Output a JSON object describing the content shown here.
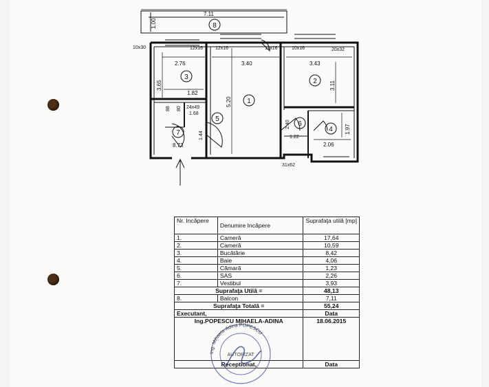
{
  "plan": {
    "dim_top": "7.11",
    "dim_balcony_height": "1.00",
    "room_markers": [
      "1",
      "2",
      "3",
      "4",
      "5",
      "6",
      "7",
      "8"
    ],
    "dimensions": {
      "d_10x30": "10x30",
      "d_12x16a": "12x16",
      "d_12x16b": "12x16",
      "d_11x16": "11x16",
      "d_10x16": "10x16",
      "d_20x32": "20x32",
      "d_276": "2.76",
      "d_340": "3.40",
      "d_343": "3.43",
      "d_365": "3.65",
      "d_311": "3.11",
      "d_182": "1.82",
      "d_520": "5.20",
      "d_24x49": "24x49",
      "d_168": "1.68",
      "d_88": "88",
      "d_80": "80",
      "d_144": "1.44",
      "d_873": "8.73",
      "d_197": "1.97",
      "d_206": "2.06",
      "d_122": "1.22",
      "d_240": "2.40",
      "d_31x62": "31x62"
    }
  },
  "table": {
    "header": {
      "nr": "Nr. Incăpere",
      "name": "Denumire Incăpere",
      "area": "Suprafaţa utilă [mp]"
    },
    "rows": [
      {
        "nr": "1.",
        "name": "Cameră",
        "area": "17,64"
      },
      {
        "nr": "2.",
        "name": "Cameră",
        "area": "10,59"
      },
      {
        "nr": "3.",
        "name": "Bucătărie",
        "area": "8,42"
      },
      {
        "nr": "4.",
        "name": "Baie",
        "area": "4,06"
      },
      {
        "nr": "5.",
        "name": "Cămară",
        "area": "1,23"
      },
      {
        "nr": "6.",
        "name": "SAS",
        "area": "2,26"
      },
      {
        "nr": "7.",
        "name": "Vestibul",
        "area": "3,93"
      }
    ],
    "useful_label": "Suprafaţa Utilă =",
    "useful_value": "48,13",
    "balcony": {
      "nr": "8.",
      "name": "Balcon",
      "area": "7,11"
    },
    "total_label": "Suprafaţa Totală =",
    "total_value": "55,24",
    "executant_label": "Executant,",
    "executant_date_label": "Data",
    "executant_name": "Ing.POPESCU MIHAELA-ADINA",
    "executant_date": "18.06.2015",
    "receptionat_label": "Receptionat,",
    "receptionat_date_label": "Data"
  },
  "stamp": {
    "ring_text": "Ing. Mihaela-Adina POPESCU",
    "center_text": "AUTORIZAT"
  }
}
